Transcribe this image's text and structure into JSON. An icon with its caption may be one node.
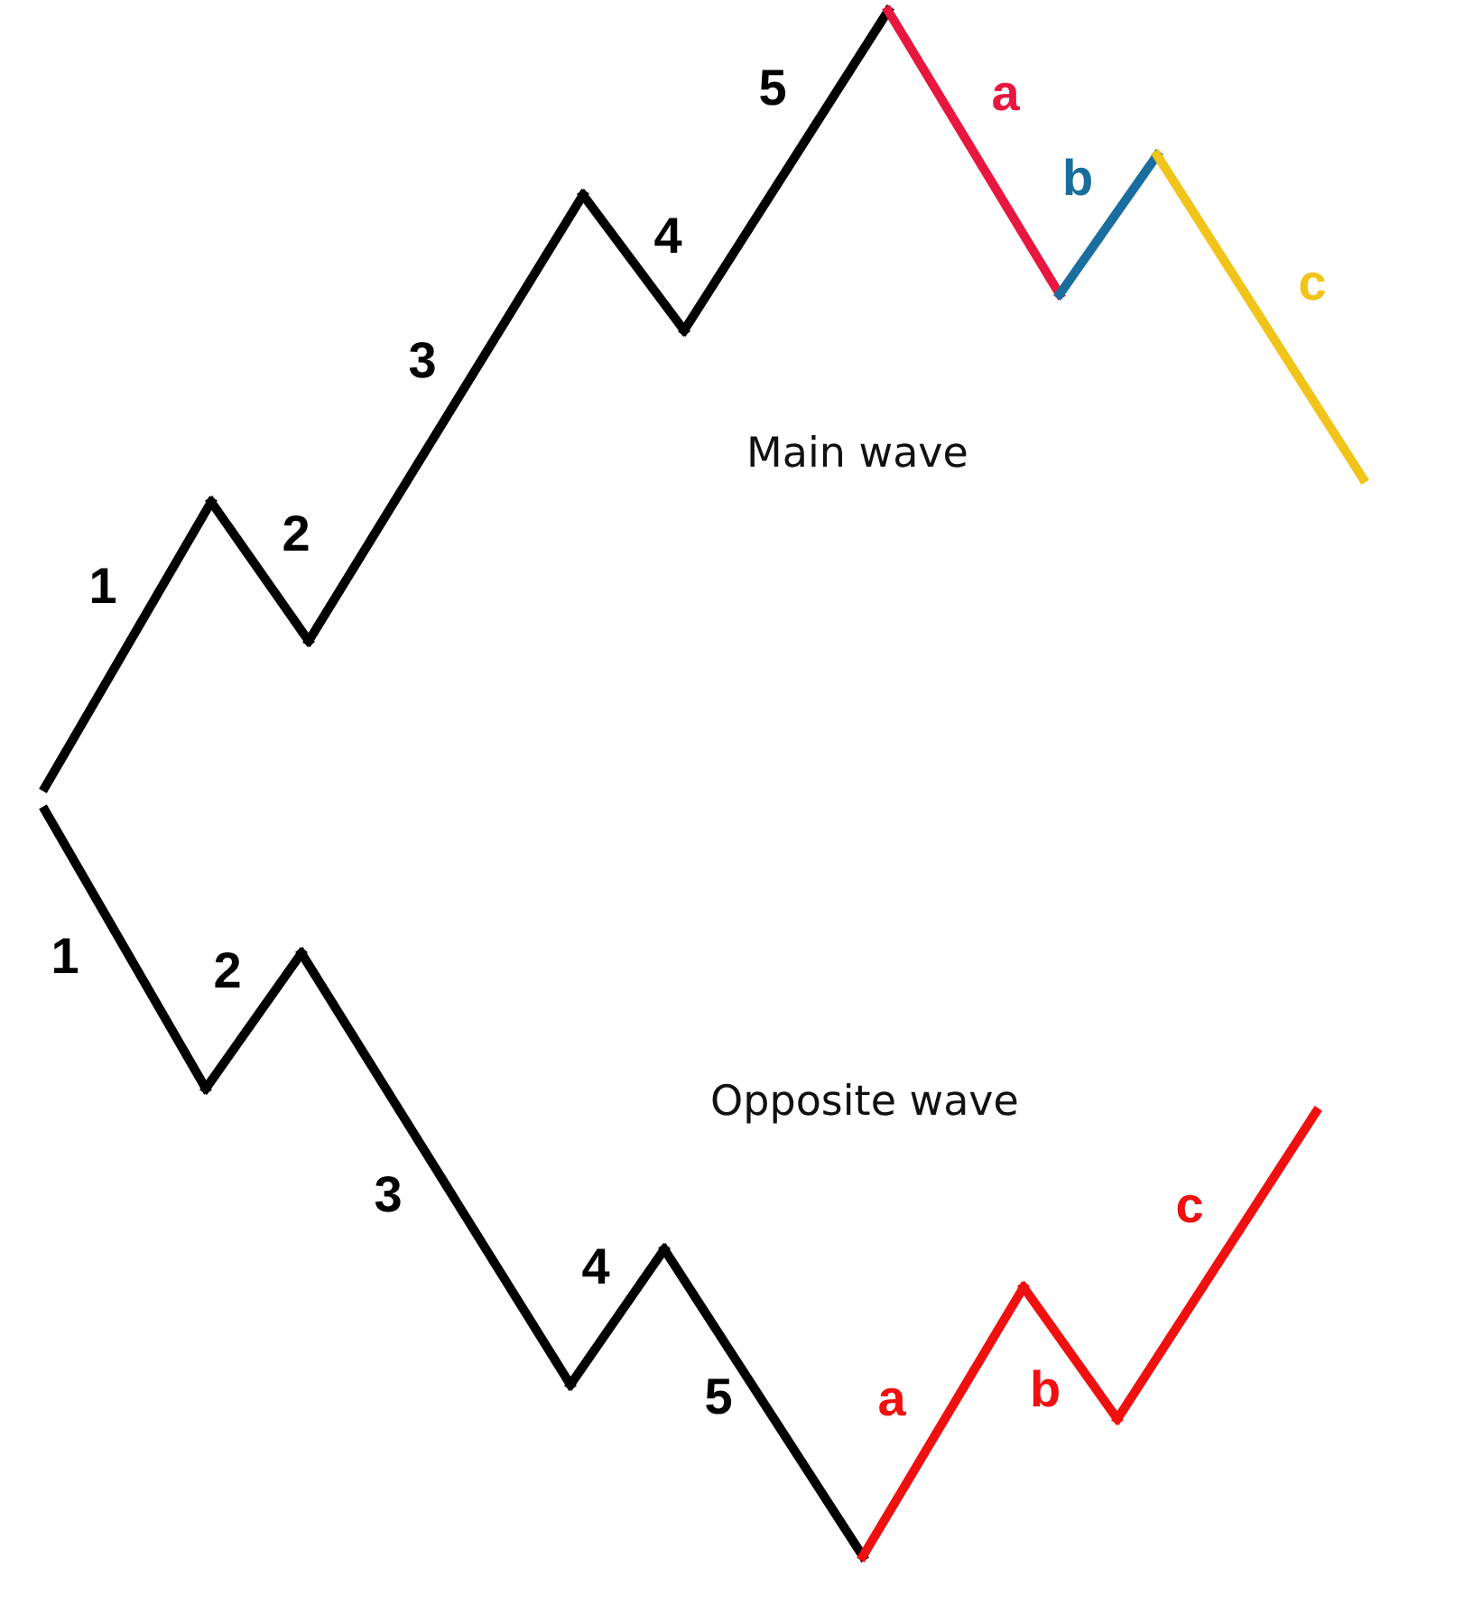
{
  "diagram": {
    "labels": [
      "1",
      "2",
      "3",
      "4",
      "5",
      "a",
      "b",
      "c",
      "Main wave",
      "1",
      "2",
      "3",
      "4",
      "5",
      "a",
      "b",
      "c",
      "Opposite wave"
    ]
  }
}
